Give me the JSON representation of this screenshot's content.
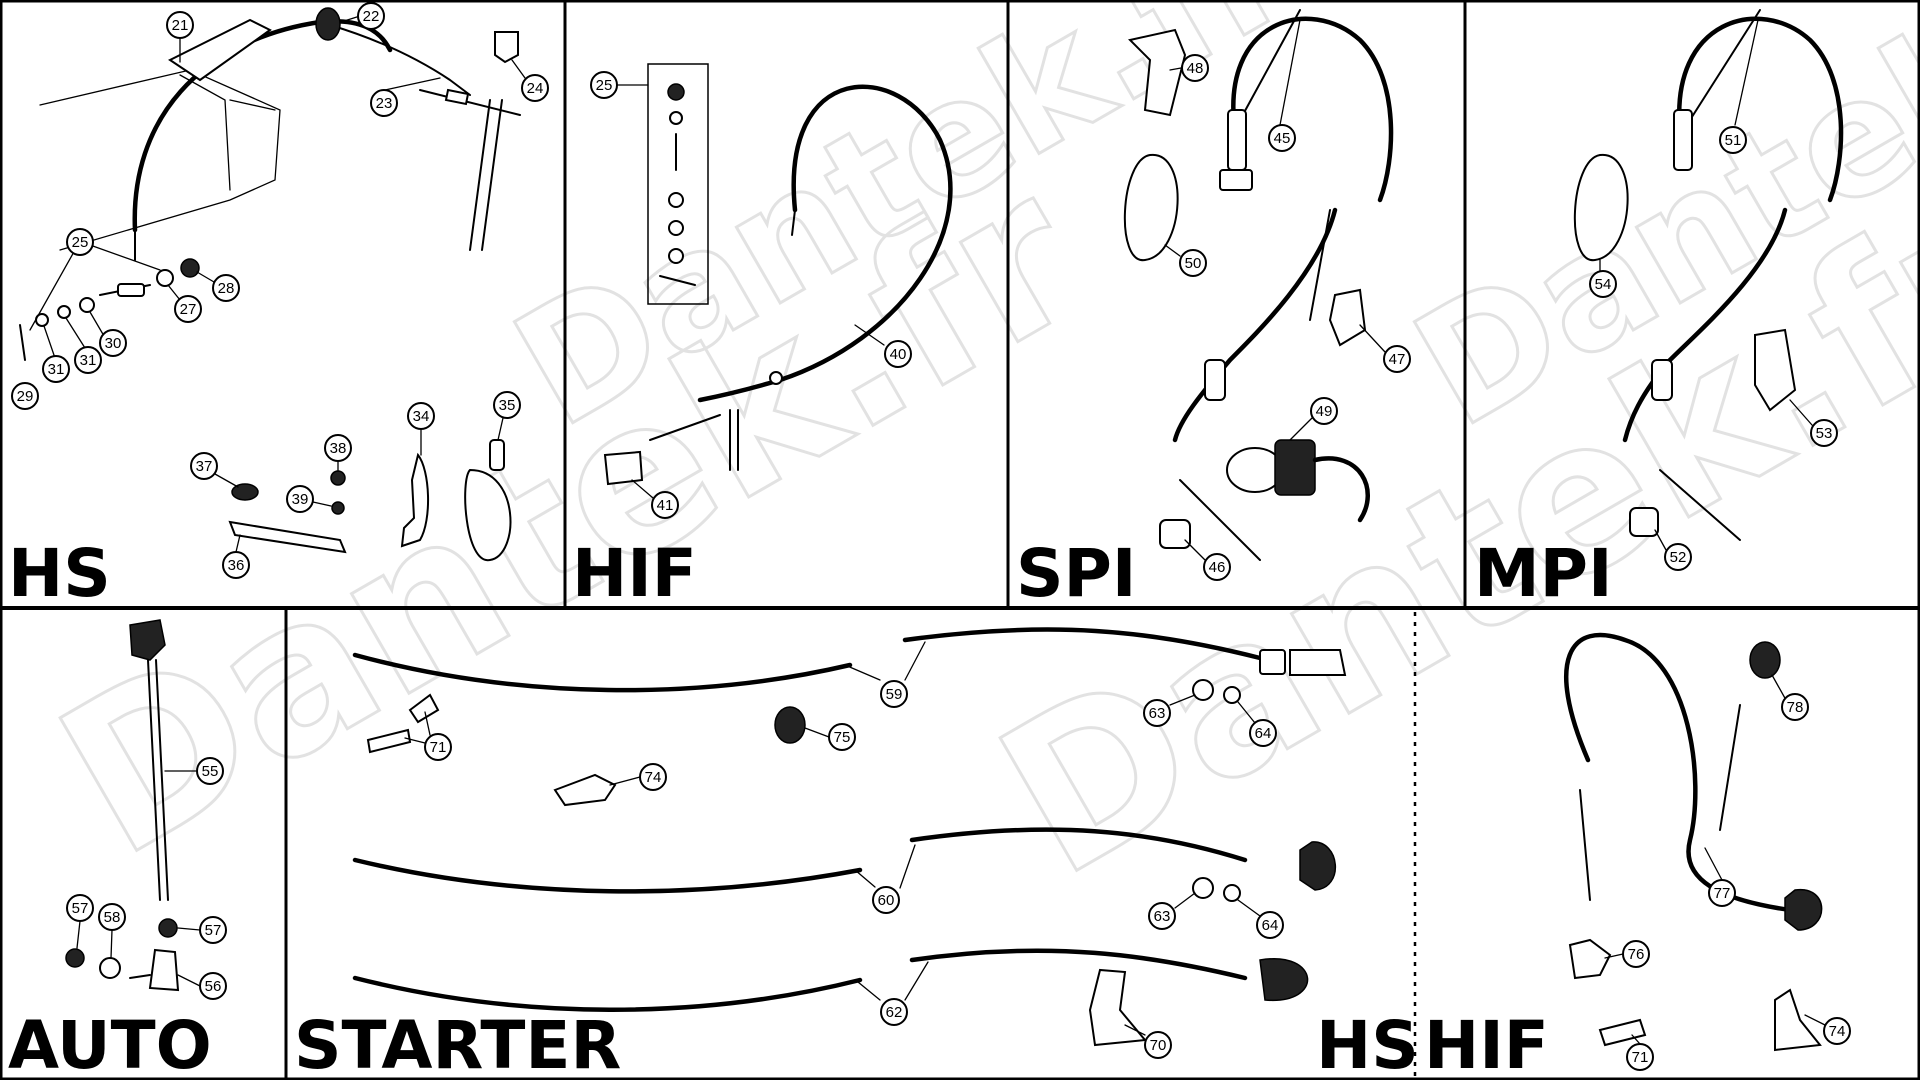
{
  "panels": {
    "hs_top": "HS",
    "hif_top": "HIF",
    "spi": "SPI",
    "mpi": "MPI",
    "auto": "AUTO",
    "starter": "STARTER",
    "hs_bottom": "HS",
    "hif_bottom": "HIF"
  },
  "watermark": "Dantek.fr",
  "callouts": {
    "c21": "21",
    "c22": "22",
    "c23": "23",
    "c24": "24",
    "c25": "25",
    "c27": "27",
    "c28": "28",
    "c29": "29",
    "c30": "30",
    "c31a": "31",
    "c31b": "31",
    "c34": "34",
    "c35": "35",
    "c36": "36",
    "c37": "37",
    "c38": "38",
    "c39": "39",
    "c25b": "25",
    "c40": "40",
    "c41": "41",
    "c45": "45",
    "c46": "46",
    "c47": "47",
    "c48": "48",
    "c49": "49",
    "c50": "50",
    "c51": "51",
    "c52": "52",
    "c53": "53",
    "c54": "54",
    "c55": "55",
    "c56": "56",
    "c57a": "57",
    "c57b": "57",
    "c58": "58",
    "c59": "59",
    "c60": "60",
    "c62": "62",
    "c63a": "63",
    "c63b": "63",
    "c64a": "64",
    "c64b": "64",
    "c70": "70",
    "c71a": "71",
    "c74a": "74",
    "c75": "75",
    "c76": "76",
    "c77": "77",
    "c78": "78",
    "c71b": "71",
    "c74b": "74"
  }
}
